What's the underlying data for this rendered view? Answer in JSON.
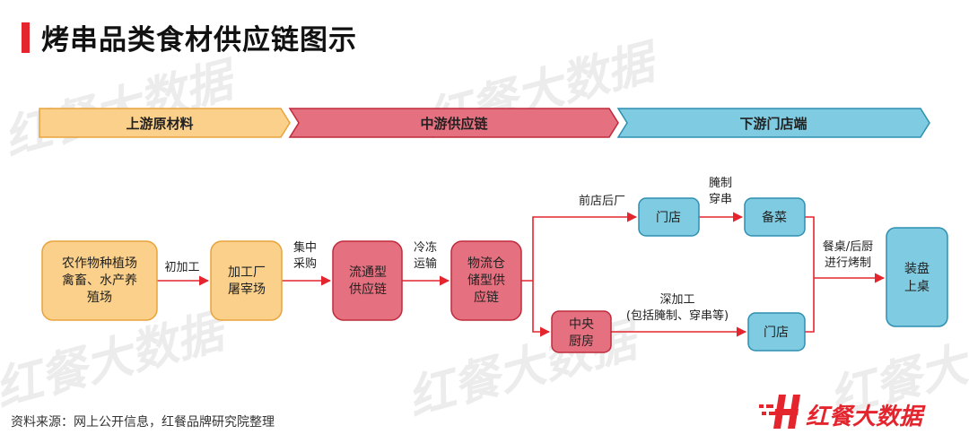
{
  "title": "烤串品类食材供应链图示",
  "stages": {
    "upstream": "上游原材料",
    "midstream": "中游供应链",
    "downstream": "下游门店端"
  },
  "nodes": {
    "farm_line1": "农作物种植场",
    "farm_line2": "禽畜、水产养",
    "farm_line3": "殖场",
    "factory_line1": "加工厂",
    "factory_line2": "屠宰场",
    "circ_line1": "流通型",
    "circ_line2": "供应链",
    "logi_line1": "物流仓",
    "logi_line2": "储型供",
    "logi_line3": "应链",
    "kitchen_line1": "中央",
    "kitchen_line2": "厨房",
    "store_top": "门店",
    "prep": "备菜",
    "store_bottom": "门店",
    "plate_line1": "装盘",
    "plate_line2": "上桌"
  },
  "edges": {
    "processing": "初加工",
    "procure_line1": "集中",
    "procure_line2": "采购",
    "cold_line1": "冷冻",
    "cold_line2": "运输",
    "front_store": "前店后厂",
    "marinate_line1": "腌制",
    "marinate_line2": "穿串",
    "deep_line1": "深加工",
    "deep_line2": "(包括腌制、穿串等)",
    "grill_line1": "餐桌/后厨",
    "grill_line2": "进行烤制"
  },
  "source": "资料来源：网上公开信息，红餐品牌研究院整理",
  "brand": {
    "name": "红餐大数据",
    "watermark": "红餐大数据"
  },
  "colors": {
    "accent": "#e4252e",
    "upstream_fill": "#fbd08a",
    "upstream_stroke": "#e8a33c",
    "mid_fill": "#e5707f",
    "mid_stroke": "#c02a3c",
    "down_fill": "#7fcbe1",
    "down_stroke": "#2f8fb0"
  }
}
